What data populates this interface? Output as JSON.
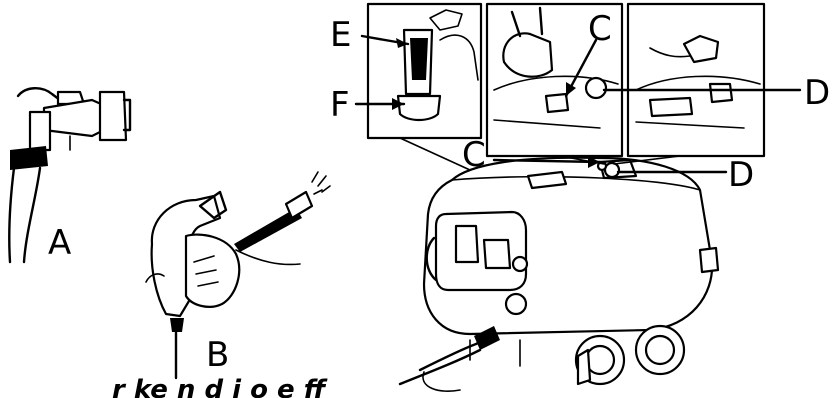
{
  "labels": {
    "A": "A",
    "B": "B",
    "C_top": "C",
    "C_bottom": "C",
    "D_right": "D",
    "D_bottom": "D",
    "E": "E",
    "F": "F"
  },
  "cut_off_text": "r ke n d i o  e   ff",
  "icons": {
    "tap": "water-tap-icon",
    "gun": "spray-gun-icon",
    "machine": "steam-cleaner-machine-icon"
  }
}
